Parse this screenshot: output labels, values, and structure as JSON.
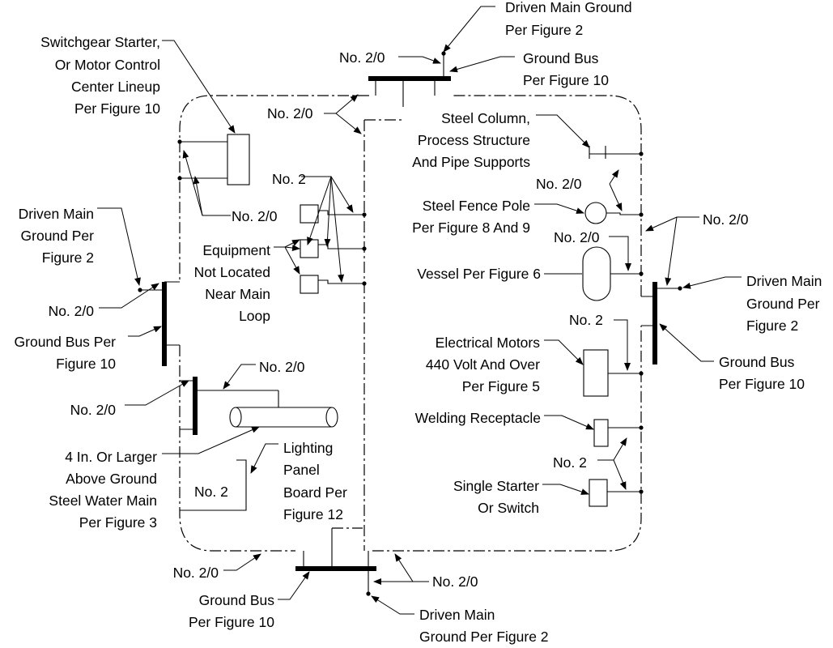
{
  "labels": {
    "driven_main_ground_top_1": "Driven Main Ground",
    "driven_main_ground_top_2": "Per Figure 2",
    "no20_top": "No. 2/0",
    "ground_bus_top_1": "Ground Bus",
    "ground_bus_top_2": "Per Figure 10",
    "switchgear_1": "Switchgear Starter,",
    "switchgear_2": "Or Motor Control",
    "switchgear_3": "Center Lineup",
    "switchgear_4": "Per Figure 10",
    "no20_upper_mid": "No. 2/0",
    "steel_column_1": "Steel Column,",
    "steel_column_2": "Process Structure",
    "steel_column_3": "And Pipe Supports",
    "no2_equipment": "No. 2",
    "no20_right_upper": "No. 2/0",
    "driven_main_left_1": "Driven Main",
    "driven_main_left_2": "Ground Per",
    "driven_main_left_3": "Figure 2",
    "no20_switchgear": "No. 2/0",
    "steel_fence_1": "Steel Fence Pole",
    "steel_fence_2": "Per Figure 8 And 9",
    "no20_right_bus": "No. 2/0",
    "equipment_1": "Equipment",
    "equipment_2": "Not Located",
    "equipment_3": "Near Main",
    "equipment_4": "Loop",
    "no20_vessel": "No. 2/0",
    "vessel": "Vessel Per Figure 6",
    "driven_main_right_1": "Driven Main",
    "driven_main_right_2": "Ground Per",
    "driven_main_right_3": "Figure 2",
    "no20_left_bus": "No. 2/0",
    "no2_motors": "No. 2",
    "ground_bus_left_1": "Ground Bus Per",
    "ground_bus_left_2": "Figure 10",
    "motors_1": "Electrical Motors",
    "motors_2": "440 Volt And Over",
    "motors_3": "Per Figure 5",
    "ground_bus_right_1": "Ground Bus",
    "ground_bus_right_2": "Per Figure 10",
    "no20_water_upper": "No. 2/0",
    "no20_water_left": "No. 2/0",
    "welding": "Welding Receptacle",
    "water_main_1": "4 In. Or Larger",
    "water_main_2": "Above Ground",
    "water_main_3": "Steel Water Main",
    "water_main_4": "Per Figure 3",
    "lighting_1": "Lighting",
    "lighting_2": "Panel",
    "lighting_3": "Board Per",
    "lighting_4": "Figure 12",
    "no2_starter": "No. 2",
    "no2_lighting": "No. 2",
    "starter_1": "Single Starter",
    "starter_2": "Or Switch",
    "no20_bottom_left": "No. 2/0",
    "no20_bottom_right": "No. 2/0",
    "ground_bus_bottom_1": "Ground Bus",
    "ground_bus_bottom_2": "Per Figure 10",
    "driven_main_bottom_1": "Driven Main",
    "driven_main_bottom_2": "Ground Per Figure 2"
  }
}
